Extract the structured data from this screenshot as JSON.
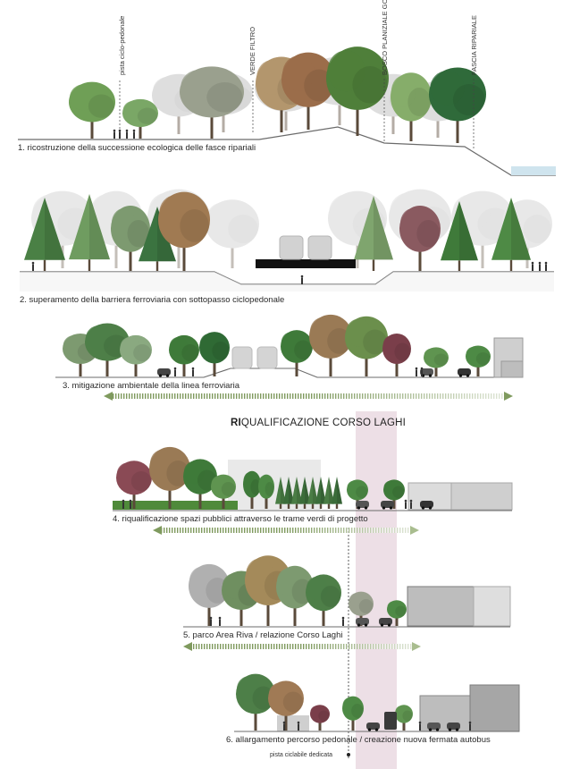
{
  "title": {
    "bold": "RI",
    "rest": "QUALIFICAZIONE CORSO LAGHI"
  },
  "top_labels": {
    "bike_path": "pista ciclo-pedonale",
    "filter_green": "verde filtro",
    "floodplain_woods": "bosco planiziale golenale",
    "riparian_strip": "fascia ripariale"
  },
  "sections": [
    {
      "caption": "1. ricostruzione della successione ecologica delle fasce ripariali"
    },
    {
      "caption": "2. superamento della barriera ferroviaria con sottopasso ciclopedonale"
    },
    {
      "caption": "3. mitigazione ambientale della linea ferroviaria"
    },
    {
      "caption": "4. riqualificazione spazi pubblici attraverso le trame verdi di progetto"
    },
    {
      "caption": "5. parco Area Riva / relazione Corso Laghi"
    },
    {
      "caption": "6. allargamento percorso pedonale / creazione nuova fermata autobus"
    }
  ],
  "bottom_label": "pista ciclabile dedicata",
  "colors": {
    "highlight_band": "#ead9e2",
    "water": "#cfe4ee",
    "ground": "#6b6b6b",
    "arrow_green": "#8aa86a"
  }
}
